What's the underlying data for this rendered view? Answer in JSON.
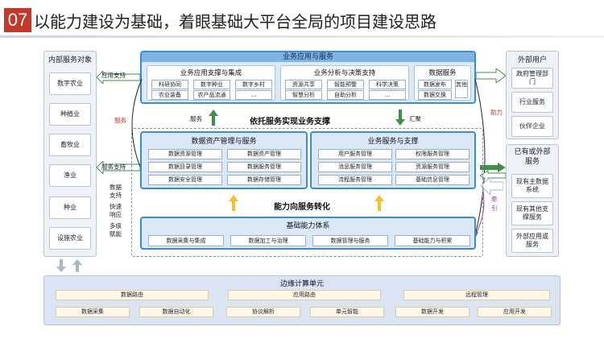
{
  "title": {
    "number": "07",
    "text": "以能力建设为基础，着眼基础大平台全局的项目建设思路"
  },
  "left_panel": {
    "title": "内部服务对象",
    "items": [
      "数字农业",
      "种植业",
      "畜牧业",
      "渔业",
      "种业",
      "设施农业"
    ]
  },
  "right_panel_top": {
    "title": "外部用户",
    "items": [
      "政府管理部门",
      "行业服务",
      "伙伴企业"
    ]
  },
  "right_panel_bottom": {
    "title": "已有或外部服务",
    "items": [
      "现有主数据系统",
      "现有其他支撑服务",
      "外部应用或服务"
    ]
  },
  "top_panel": {
    "title": "业务应用与服务",
    "groups": [
      {
        "title": "业务应用支撑与集成",
        "chips": [
          "科研协同",
          "数字种业",
          "数字乡村",
          "农业装备",
          "农产品流通",
          "..."
        ]
      },
      {
        "title": "业务分析与决策支持",
        "chips": [
          "资源共享",
          "智能预警",
          "科学决策",
          "智慧分析",
          "自助分析",
          "..."
        ]
      },
      {
        "title": "数据服务",
        "chips": [
          "数据发布",
          "数据交换",
          "其他"
        ]
      }
    ]
  },
  "labels": {
    "app_support_1": "应用支持",
    "app_support_2": "服务支持",
    "service_left": "服务",
    "service_mid": "服务",
    "rely_service": "依托服务实现业务支撑",
    "gather": "汇聚",
    "empower": "助力",
    "capability_transform": "能力向服务转化",
    "data_support": "数据支持",
    "fast_response": "快速响应",
    "multi_empower": "多级赋能",
    "pull": "牵引"
  },
  "data_asset_panel": {
    "title": "数据资产管理与服务",
    "chips": [
      "数据资源管理",
      "数据资产管理",
      "数据目录管理",
      "数据服务管理",
      "数据安全管理",
      "数据存储管理"
    ]
  },
  "business_service_panel": {
    "title": "业务服务与支撑",
    "chips": [
      "用户服务管理",
      "权限服务管理",
      "消息服务管理",
      "资源服务管理",
      "流程服务管理",
      "基础信息管理"
    ]
  },
  "base_panel": {
    "title": "基础能力体系",
    "chips": [
      "数据采集与集成",
      "数据加工与治理",
      "数据管理与服务",
      "基础能力与积累"
    ]
  },
  "edge_panel": {
    "title": "边缘计算单元",
    "top_chips": [
      "数据路由",
      "应用路由",
      "远程管理"
    ],
    "bottom_chips": [
      "数据采集",
      "数据自动化",
      "协议解析",
      "单元智能",
      "数据开发",
      "应用开发"
    ]
  },
  "colors": {
    "accent_red": "#c0392b",
    "panel_border": "#3a8bd0",
    "panel_fill": "#dbe9f7",
    "arrow_green": "#3f8f4b",
    "arrow_yellow": "#f2c12e",
    "arrow_gray": "#a9b6c4"
  }
}
